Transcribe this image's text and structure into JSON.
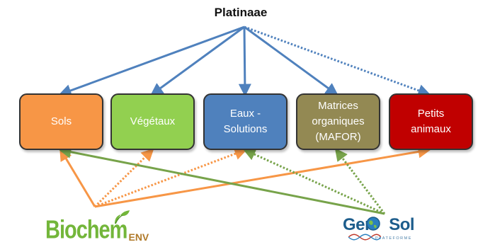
{
  "title": "Platinaae",
  "boxes": [
    {
      "key": "sols",
      "label": "Sols",
      "color": "#f79646"
    },
    {
      "key": "vegetaux",
      "label": "Végétaux",
      "color": "#92d050"
    },
    {
      "key": "eaux",
      "label": "Eaux -\nSolutions",
      "color": "#4f81bd"
    },
    {
      "key": "matrices",
      "label": "Matrices\norganiques\n(MAFOR)",
      "color": "#938953"
    },
    {
      "key": "petits",
      "label": "Petits\nanimaux",
      "color": "#c00000"
    }
  ],
  "logos": {
    "biochem_main": "Biochem",
    "biochem_suffix": "ENV",
    "genosol_main": "Gen",
    "genosol_tail": "Sol",
    "genosol_sub": "PLATEFORME"
  },
  "colors": {
    "platform_arrows": "#4f81bd",
    "biochem_arrows": "#f79646",
    "genosol_arrows": "#77a34a"
  },
  "links": [
    {
      "from": "platinaae",
      "to": "sols",
      "style": "solid"
    },
    {
      "from": "platinaae",
      "to": "vegetaux",
      "style": "solid"
    },
    {
      "from": "platinaae",
      "to": "eaux",
      "style": "solid"
    },
    {
      "from": "platinaae",
      "to": "matrices",
      "style": "solid"
    },
    {
      "from": "platinaae",
      "to": "petits",
      "style": "dotted"
    },
    {
      "from": "biochemenv",
      "to": "sols",
      "style": "solid"
    },
    {
      "from": "biochemenv",
      "to": "vegetaux",
      "style": "dotted"
    },
    {
      "from": "biochemenv",
      "to": "eaux",
      "style": "dotted"
    },
    {
      "from": "biochemenv",
      "to": "petits",
      "style": "solid"
    },
    {
      "from": "genosol",
      "to": "sols",
      "style": "solid"
    },
    {
      "from": "genosol",
      "to": "eaux",
      "style": "dotted"
    },
    {
      "from": "genosol",
      "to": "matrices",
      "style": "dotted"
    }
  ]
}
